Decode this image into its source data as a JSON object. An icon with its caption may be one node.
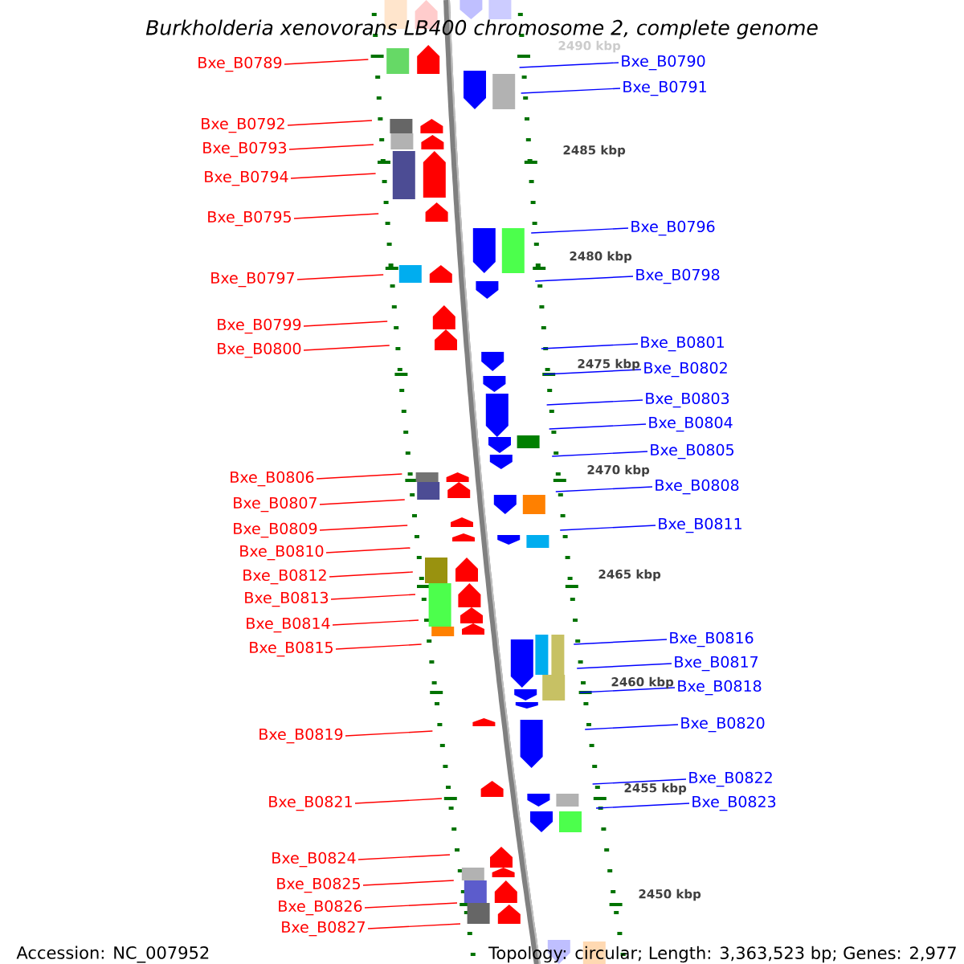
{
  "diagram": {
    "title": "Burkholderia xenovorans LB400 chromosome 2, complete genome",
    "nodes": [
      {
        "text": [
          "Bxe_B0789"
        ]
      },
      {
        "text": [
          "Bxe_B0792"
        ]
      },
      {
        "text": [
          "Bxe_B0793"
        ]
      },
      {
        "text": [
          "Bxe_B0794"
        ]
      },
      {
        "text": [
          "Bxe_B0795"
        ]
      },
      {
        "text": [
          "Bxe_B0797"
        ]
      },
      {
        "text": [
          "Bxe_B0799"
        ]
      },
      {
        "text": [
          "Bxe_B0800"
        ]
      },
      {
        "text": [
          "Bxe_B0806"
        ]
      },
      {
        "text": [
          "Bxe_B0807"
        ]
      },
      {
        "text": [
          "Bxe_B0809"
        ]
      },
      {
        "text": [
          "Bxe_B0810"
        ]
      },
      {
        "text": [
          "Bxe_B0812"
        ]
      },
      {
        "text": [
          "Bxe_B0813"
        ]
      },
      {
        "text": [
          "Bxe_B0814"
        ]
      },
      {
        "text": [
          "Bxe_B0815"
        ]
      },
      {
        "text": [
          "Bxe_B0819"
        ]
      },
      {
        "text": [
          "Bxe_B0821"
        ]
      },
      {
        "text": [
          "Bxe_B0824"
        ]
      },
      {
        "text": [
          "Bxe_B0825"
        ]
      },
      {
        "text": [
          "Bxe_B0826"
        ]
      },
      {
        "text": [
          "Bxe_B0827"
        ]
      },
      {
        "text": [
          "Bxe_B0790"
        ]
      },
      {
        "text": [
          "Bxe_B0791"
        ]
      },
      {
        "text": [
          "Bxe_B0796"
        ]
      },
      {
        "text": [
          "Bxe_B0798"
        ]
      },
      {
        "text": [
          "Bxe_B0801"
        ]
      },
      {
        "text": [
          "Bxe_B0802"
        ]
      },
      {
        "text": [
          "Bxe_B0803"
        ]
      },
      {
        "text": [
          "Bxe_B0804"
        ]
      },
      {
        "text": [
          "Bxe_B0805"
        ]
      },
      {
        "text": [
          "Bxe_B0808"
        ]
      },
      {
        "text": [
          "Bxe_B0811"
        ]
      },
      {
        "text": [
          "Bxe_B0816"
        ]
      },
      {
        "text": [
          "Bxe_B0817"
        ]
      },
      {
        "text": [
          "Bxe_B0818"
        ]
      },
      {
        "text": [
          "Bxe_B0820"
        ]
      },
      {
        "text": [
          "Bxe_B0822"
        ]
      },
      {
        "text": [
          "Bxe_B0823"
        ]
      }
    ],
    "edges": [
      {
        "from": 0,
        "to": null,
        "arrow": "none"
      },
      {
        "from": 1,
        "to": null,
        "arrow": "none"
      },
      {
        "from": 2,
        "to": null,
        "arrow": "none"
      },
      {
        "from": 3,
        "to": null,
        "arrow": "none"
      },
      {
        "from": 4,
        "to": null,
        "arrow": "none"
      },
      {
        "from": 5,
        "to": null,
        "arrow": "none"
      },
      {
        "from": 6,
        "to": null,
        "arrow": "none"
      },
      {
        "from": 7,
        "to": null,
        "arrow": "none"
      },
      {
        "from": 8,
        "to": null,
        "arrow": "none"
      },
      {
        "from": 9,
        "to": null,
        "arrow": "none"
      },
      {
        "from": 10,
        "to": null,
        "arrow": "none"
      },
      {
        "from": 11,
        "to": null,
        "arrow": "none"
      },
      {
        "from": 12,
        "to": null,
        "arrow": "none"
      },
      {
        "from": 13,
        "to": null,
        "arrow": "none"
      },
      {
        "from": 14,
        "to": null,
        "arrow": "none"
      },
      {
        "from": 15,
        "to": null,
        "arrow": "none"
      },
      {
        "from": 16,
        "to": null,
        "arrow": "none"
      },
      {
        "from": 17,
        "to": null,
        "arrow": "none"
      },
      {
        "from": 18,
        "to": null,
        "arrow": "none"
      },
      {
        "from": 19,
        "to": null,
        "arrow": "none"
      },
      {
        "from": 20,
        "to": null,
        "arrow": "none"
      },
      {
        "from": 21,
        "to": null,
        "arrow": "none"
      },
      {
        "from": 22,
        "to": null,
        "arrow": "none",
        "color": "#0000ff"
      },
      {
        "from": 23,
        "to": null,
        "arrow": "none",
        "color": "#0000ff"
      },
      {
        "from": 24,
        "to": null,
        "arrow": "none",
        "color": "#0000ff"
      },
      {
        "from": 25,
        "to": null,
        "arrow": "none",
        "color": "#0000ff"
      },
      {
        "from": 26,
        "to": null,
        "arrow": "none",
        "color": "#0000ff"
      },
      {
        "from": 27,
        "to": null,
        "arrow": "none",
        "color": "#0000ff"
      },
      {
        "from": 28,
        "to": null,
        "arrow": "none",
        "color": "#0000ff"
      },
      {
        "from": 29,
        "to": null,
        "arrow": "none",
        "color": "#0000ff"
      },
      {
        "from": 30,
        "to": null,
        "arrow": "none",
        "color": "#0000ff"
      },
      {
        "from": 31,
        "to": null,
        "arrow": "none",
        "color": "#0000ff"
      },
      {
        "from": 32,
        "to": null,
        "arrow": "none",
        "color": "#0000ff"
      },
      {
        "from": 33,
        "to": null,
        "arrow": "none",
        "color": "#0000ff"
      },
      {
        "from": 34,
        "to": null,
        "arrow": "none",
        "color": "#0000ff"
      },
      {
        "from": 35,
        "to": null,
        "arrow": "none",
        "color": "#0000ff"
      },
      {
        "from": 36,
        "to": null,
        "arrow": "none",
        "color": "#0000ff"
      },
      {
        "from": 37,
        "to": null,
        "arrow": "none",
        "color": "#0000ff"
      },
      {
        "from": 38,
        "to": null,
        "arrow": "none",
        "color": "#0000ff"
      }
    ],
    "labels": [
      "2490 kbp",
      "2485 kbp",
      "2480 kbp",
      "2475 kbp",
      "2470 kbp",
      "2465 kbp",
      "2460 kbp",
      "2455 kbp",
      "2450 kbp",
      "Accession: NC_007952",
      "Topology: circular; Length: 3,363,523 bp; Genes: 2,977"
    ]
  }
}
